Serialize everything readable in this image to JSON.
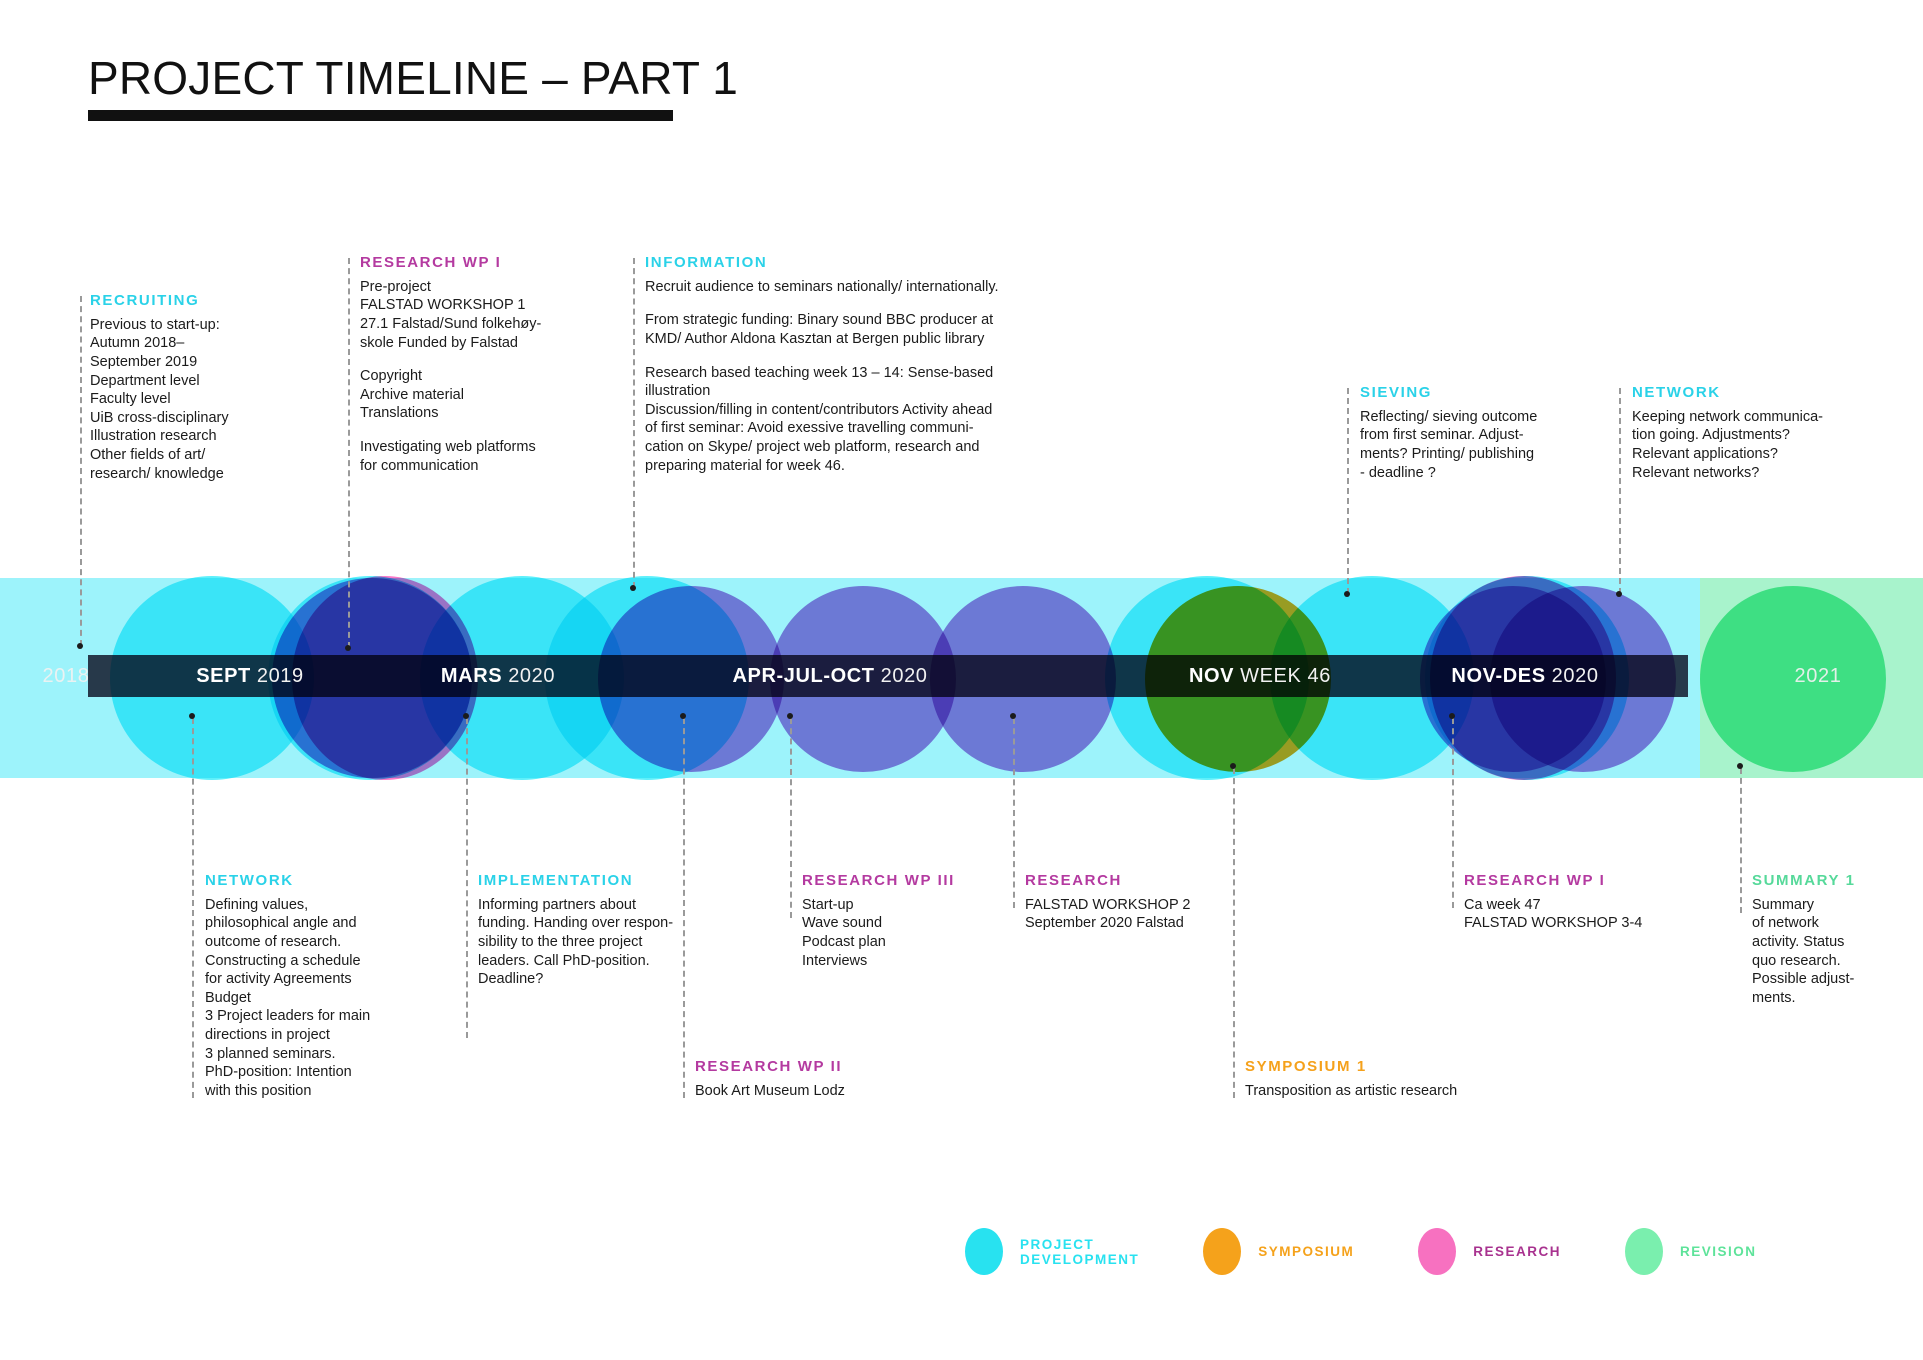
{
  "title": "PROJECT TIMELINE – PART 1",
  "timeline": {
    "ticks": [
      {
        "bold": "",
        "light": "2018",
        "muted": true
      },
      {
        "bold": "SEPT",
        "light": "2019",
        "muted": false
      },
      {
        "bold": "MARS",
        "light": "2020",
        "muted": false
      },
      {
        "bold": "APR-JUL-OCT",
        "light": "2020",
        "muted": false
      },
      {
        "bold": "NOV",
        "light": "WEEK 46",
        "muted": false
      },
      {
        "bold": "NOV-DES",
        "light": "2020",
        "muted": false
      },
      {
        "bold": "",
        "light": "2021",
        "muted": true
      }
    ]
  },
  "annotations_top": [
    {
      "heading": "RECRUITING",
      "color": "cyan",
      "paragraphs": [
        "Previous to start-up:\nAutumn 2018–\nSeptember 2019\nDepartment level\nFaculty level\nUiB cross-disciplinary\nIllustration research\nOther fields of art/\nresearch/ knowledge"
      ]
    },
    {
      "heading": "RESEARCH WP I",
      "color": "magenta",
      "paragraphs": [
        "Pre-project\nFALSTAD WORKSHOP 1\n27.1 Falstad/Sund folkehøy-\nskole Funded by Falstad",
        "Copyright\nArchive material\nTranslations",
        "Investigating web platforms\nfor communication"
      ]
    },
    {
      "heading": "INFORMATION",
      "color": "cyan",
      "paragraphs": [
        "Recruit audience to seminars nationally/ internationally.",
        "From strategic funding: Binary sound BBC producer at\nKMD/ Author Aldona Kasztan at Bergen public library",
        "Research based teaching week 13 – 14: Sense-based\nillustration\nDiscussion/filling in content/contributors Activity ahead\nof first seminar: Avoid exessive travelling communi-\ncation on Skype/ project web platform, research and\npreparing material for week 46."
      ]
    },
    {
      "heading": "SIEVING",
      "color": "cyan",
      "paragraphs": [
        "Reflecting/ sieving outcome\nfrom first seminar. Adjust-\nments? Printing/ publishing\n- deadline ?"
      ]
    },
    {
      "heading": "NETWORK",
      "color": "cyan",
      "paragraphs": [
        "Keeping network communica-\ntion going. Adjustments?\nRelevant applications?\nRelevant networks?"
      ]
    }
  ],
  "annotations_bottom": [
    {
      "heading": "NETWORK",
      "color": "cyan",
      "paragraphs": [
        "Defining values,\nphilosophical angle and\noutcome of research.\nConstructing a schedule\nfor activity Agreements\nBudget\n3 Project leaders for main\ndirections in project\n3 planned seminars.\nPhD-position: Intention\nwith this position"
      ]
    },
    {
      "heading": "IMPLEMENTATION",
      "color": "cyan",
      "paragraphs": [
        "Informing partners about\nfunding. Handing over respon-\nsibility to the three project\nleaders. Call PhD-position.\nDeadline?"
      ]
    },
    {
      "heading": "RESEARCH WP II",
      "color": "magenta",
      "paragraphs": [
        "Book Art Museum Lodz"
      ]
    },
    {
      "heading": "RESEARCH WP III",
      "color": "magenta",
      "paragraphs": [
        "Start-up\nWave sound\nPodcast plan\nInterviews"
      ]
    },
    {
      "heading": "RESEARCH",
      "color": "magenta",
      "paragraphs": [
        "FALSTAD WORKSHOP 2\nSeptember 2020 Falstad"
      ]
    },
    {
      "heading": "SYMPOSIUM 1",
      "color": "orange",
      "paragraphs": [
        "Transposition as artistic research"
      ]
    },
    {
      "heading": "RESEARCH WP I",
      "color": "magenta",
      "paragraphs": [
        "Ca week 47\nFALSTAD WORKSHOP 3-4"
      ]
    },
    {
      "heading": "SUMMARY 1",
      "color": "green",
      "paragraphs": [
        "Summary\nof network\nactivity. Status\nquo research.\nPossible adjust-\nments."
      ]
    }
  ],
  "legend": [
    {
      "label": "PROJECT\nDEVELOPMENT",
      "color": "#28e2f0"
    },
    {
      "label": "SYMPOSIUM",
      "color": "#f5a21b"
    },
    {
      "label": "RESEARCH",
      "color": "#f771c0"
    },
    {
      "label": "REVISION",
      "color": "#7aefae"
    }
  ],
  "colors": {
    "project_development": "#28e2f0",
    "symposium": "#f5a21b",
    "research": "#f771c0",
    "revision": "#7aefae",
    "bar": "#1e1c2d",
    "heading_cyan": "#2ad2e8",
    "heading_magenta": "#b43aa0",
    "heading_orange": "#f5a11b",
    "heading_green": "#56d99a"
  }
}
